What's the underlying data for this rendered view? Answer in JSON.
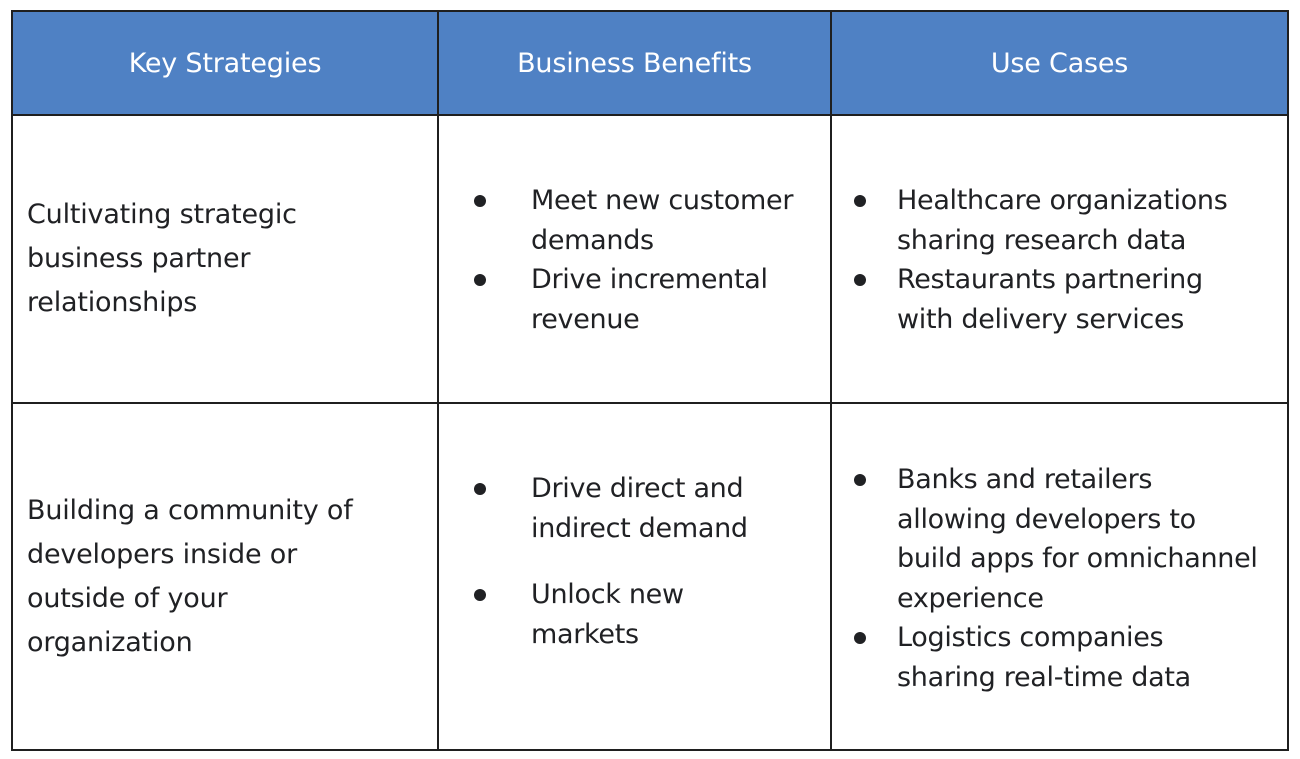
{
  "table": {
    "headers": [
      "Key Strategies",
      "Business Benefits",
      "Use Cases"
    ],
    "rows": [
      {
        "strategy": "Cultivating strategic business partner relationships",
        "benefits": [
          "Meet new customer demands",
          "Drive incremental revenue"
        ],
        "use_cases": [
          "Healthcare organizations sharing research data",
          "Restaurants partnering with delivery services"
        ]
      },
      {
        "strategy": "Building a community of developers inside or outside of your organization",
        "benefits": [
          "Drive direct and indirect demand",
          "Unlock new markets"
        ],
        "use_cases": [
          "Banks and retailers allowing developers to build apps for omnichannel experience",
          "Logistics companies sharing real-time data"
        ]
      }
    ]
  },
  "colors": {
    "header_bg": "#4f81c4",
    "header_text": "#ffffff",
    "border": "#1f1f1f",
    "body_text": "#202124"
  }
}
